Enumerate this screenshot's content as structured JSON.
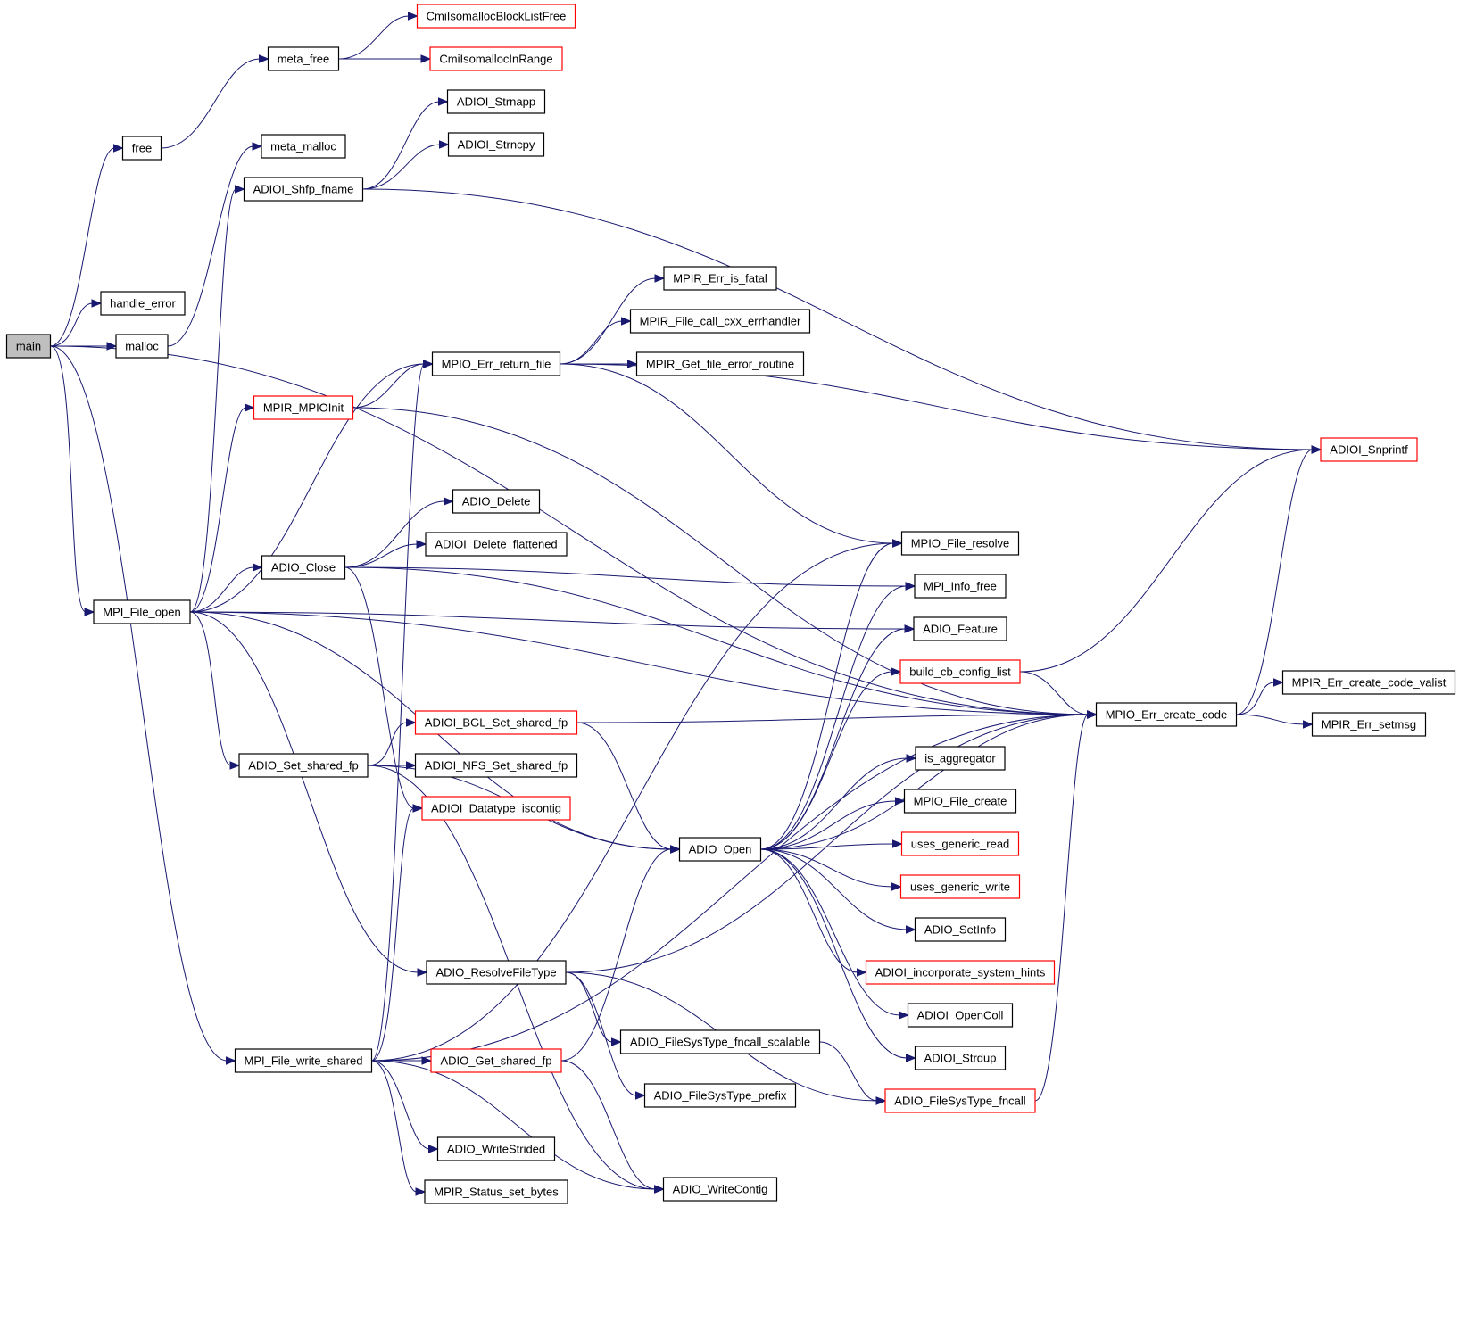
{
  "colors": {
    "edge": "#191970",
    "node_border_normal": "#000000",
    "node_border_red": "#ff0000",
    "node_fill": "#ffffff",
    "root_fill": "#bfbfbf"
  },
  "nodes": [
    {
      "id": "main",
      "label": "main",
      "style": "root"
    },
    {
      "id": "free",
      "label": "free",
      "style": "normal"
    },
    {
      "id": "meta_free",
      "label": "meta_free",
      "style": "normal"
    },
    {
      "id": "CmiIsomallocBlockListFree",
      "label": "CmiIsomallocBlockListFree",
      "style": "red"
    },
    {
      "id": "CmiIsomallocInRange",
      "label": "CmiIsomallocInRange",
      "style": "red"
    },
    {
      "id": "handle_error",
      "label": "handle_error",
      "style": "normal"
    },
    {
      "id": "malloc",
      "label": "malloc",
      "style": "normal"
    },
    {
      "id": "meta_malloc",
      "label": "meta_malloc",
      "style": "normal"
    },
    {
      "id": "MPI_File_open",
      "label": "MPI_File_open",
      "style": "normal"
    },
    {
      "id": "ADIOI_Shfp_fname",
      "label": "ADIOI_Shfp_fname",
      "style": "normal"
    },
    {
      "id": "ADIOI_Strnapp",
      "label": "ADIOI_Strnapp",
      "style": "normal"
    },
    {
      "id": "ADIOI_Strncpy",
      "label": "ADIOI_Strncpy",
      "style": "normal"
    },
    {
      "id": "ADIOI_Snprintf",
      "label": "ADIOI_Snprintf",
      "style": "red"
    },
    {
      "id": "MPIO_Err_return_file",
      "label": "MPIO_Err_return_file",
      "style": "normal"
    },
    {
      "id": "MPIR_Err_is_fatal",
      "label": "MPIR_Err_is_fatal",
      "style": "normal"
    },
    {
      "id": "MPIR_File_call_cxx_errhandler",
      "label": "MPIR_File_call_cxx_errhandler",
      "style": "normal"
    },
    {
      "id": "MPIR_Get_file_error_routine",
      "label": "MPIR_Get_file_error_routine",
      "style": "normal"
    },
    {
      "id": "MPIR_MPIOInit",
      "label": "MPIR_MPIOInit",
      "style": "red"
    },
    {
      "id": "ADIO_Close",
      "label": "ADIO_Close",
      "style": "normal"
    },
    {
      "id": "ADIO_Delete",
      "label": "ADIO_Delete",
      "style": "normal"
    },
    {
      "id": "ADIOI_Delete_flattened",
      "label": "ADIOI_Delete_flattened",
      "style": "normal"
    },
    {
      "id": "MPIO_File_resolve",
      "label": "MPIO_File_resolve",
      "style": "normal"
    },
    {
      "id": "MPI_Info_free",
      "label": "MPI_Info_free",
      "style": "normal"
    },
    {
      "id": "ADIO_Feature",
      "label": "ADIO_Feature",
      "style": "normal"
    },
    {
      "id": "build_cb_config_list",
      "label": "build_cb_config_list",
      "style": "red"
    },
    {
      "id": "MPIO_Err_create_code",
      "label": "MPIO_Err_create_code",
      "style": "normal"
    },
    {
      "id": "MPIR_Err_create_code_valist",
      "label": "MPIR_Err_create_code_valist",
      "style": "normal"
    },
    {
      "id": "MPIR_Err_setmsg",
      "label": "MPIR_Err_setmsg",
      "style": "normal"
    },
    {
      "id": "ADIOI_BGL_Set_shared_fp",
      "label": "ADIOI_BGL_Set_shared_fp",
      "style": "red"
    },
    {
      "id": "ADIO_Set_shared_fp",
      "label": "ADIO_Set_shared_fp",
      "style": "normal"
    },
    {
      "id": "ADIOI_NFS_Set_shared_fp",
      "label": "ADIOI_NFS_Set_shared_fp",
      "style": "normal"
    },
    {
      "id": "ADIOI_Datatype_iscontig",
      "label": "ADIOI_Datatype_iscontig",
      "style": "red"
    },
    {
      "id": "is_aggregator",
      "label": "is_aggregator",
      "style": "normal"
    },
    {
      "id": "MPIO_File_create",
      "label": "MPIO_File_create",
      "style": "normal"
    },
    {
      "id": "ADIO_Open",
      "label": "ADIO_Open",
      "style": "normal"
    },
    {
      "id": "uses_generic_read",
      "label": "uses_generic_read",
      "style": "red"
    },
    {
      "id": "uses_generic_write",
      "label": "uses_generic_write",
      "style": "red"
    },
    {
      "id": "ADIO_SetInfo",
      "label": "ADIO_SetInfo",
      "style": "normal"
    },
    {
      "id": "ADIOI_incorporate_system_hints",
      "label": "ADIOI_incorporate_system_hints",
      "style": "red"
    },
    {
      "id": "ADIO_ResolveFileType",
      "label": "ADIO_ResolveFileType",
      "style": "normal"
    },
    {
      "id": "ADIOI_OpenColl",
      "label": "ADIOI_OpenColl",
      "style": "normal"
    },
    {
      "id": "ADIO_FileSysType_fncall_scalable",
      "label": "ADIO_FileSysType_fncall_scalable",
      "style": "normal"
    },
    {
      "id": "ADIOI_Strdup",
      "label": "ADIOI_Strdup",
      "style": "normal"
    },
    {
      "id": "MPI_File_write_shared",
      "label": "MPI_File_write_shared",
      "style": "normal"
    },
    {
      "id": "ADIO_Get_shared_fp",
      "label": "ADIO_Get_shared_fp",
      "style": "red"
    },
    {
      "id": "ADIO_FileSysType_prefix",
      "label": "ADIO_FileSysType_prefix",
      "style": "normal"
    },
    {
      "id": "ADIO_FileSysType_fncall",
      "label": "ADIO_FileSysType_fncall",
      "style": "red"
    },
    {
      "id": "ADIO_WriteStrided",
      "label": "ADIO_WriteStrided",
      "style": "normal"
    },
    {
      "id": "ADIO_WriteContig",
      "label": "ADIO_WriteContig",
      "style": "normal"
    },
    {
      "id": "MPIR_Status_set_bytes",
      "label": "MPIR_Status_set_bytes",
      "style": "normal"
    }
  ],
  "edges": [
    {
      "from": "main",
      "to": "free"
    },
    {
      "from": "main",
      "to": "handle_error"
    },
    {
      "from": "main",
      "to": "malloc"
    },
    {
      "from": "main",
      "to": "MPI_File_open"
    },
    {
      "from": "main",
      "to": "MPI_File_write_shared"
    },
    {
      "from": "main",
      "to": "MPIO_Err_create_code"
    },
    {
      "from": "free",
      "to": "meta_free"
    },
    {
      "from": "meta_free",
      "to": "CmiIsomallocBlockListFree"
    },
    {
      "from": "meta_free",
      "to": "CmiIsomallocInRange"
    },
    {
      "from": "malloc",
      "to": "meta_malloc"
    },
    {
      "from": "ADIOI_Shfp_fname",
      "to": "ADIOI_Strnapp"
    },
    {
      "from": "ADIOI_Shfp_fname",
      "to": "ADIOI_Strncpy"
    },
    {
      "from": "ADIOI_Shfp_fname",
      "to": "ADIOI_Snprintf"
    },
    {
      "from": "MPI_File_open",
      "to": "ADIOI_Shfp_fname"
    },
    {
      "from": "MPI_File_open",
      "to": "MPIO_Err_return_file"
    },
    {
      "from": "MPI_File_open",
      "to": "MPIR_MPIOInit"
    },
    {
      "from": "MPI_File_open",
      "to": "ADIO_Close"
    },
    {
      "from": "MPI_File_open",
      "to": "ADIO_Feature"
    },
    {
      "from": "MPI_File_open",
      "to": "ADIO_Set_shared_fp"
    },
    {
      "from": "MPI_File_open",
      "to": "ADIO_Open"
    },
    {
      "from": "MPI_File_open",
      "to": "ADIO_ResolveFileType"
    },
    {
      "from": "MPI_File_open",
      "to": "MPIO_Err_create_code"
    },
    {
      "from": "MPIO_Err_return_file",
      "to": "MPIR_Err_is_fatal"
    },
    {
      "from": "MPIO_Err_return_file",
      "to": "MPIR_File_call_cxx_errhandler"
    },
    {
      "from": "MPIO_Err_return_file",
      "to": "MPIR_Get_file_error_routine"
    },
    {
      "from": "MPIO_Err_return_file",
      "to": "ADIOI_Snprintf"
    },
    {
      "from": "MPIO_Err_return_file",
      "to": "MPIO_File_resolve"
    },
    {
      "from": "MPIR_MPIOInit",
      "to": "MPIO_Err_return_file"
    },
    {
      "from": "MPIR_MPIOInit",
      "to": "MPIO_Err_create_code"
    },
    {
      "from": "ADIO_Close",
      "to": "ADIO_Delete"
    },
    {
      "from": "ADIO_Close",
      "to": "ADIOI_Delete_flattened"
    },
    {
      "from": "ADIO_Close",
      "to": "MPI_Info_free"
    },
    {
      "from": "ADIO_Close",
      "to": "MPIO_Err_create_code"
    },
    {
      "from": "ADIO_Close",
      "to": "ADIOI_Datatype_iscontig"
    },
    {
      "from": "build_cb_config_list",
      "to": "ADIOI_Snprintf"
    },
    {
      "from": "build_cb_config_list",
      "to": "MPIO_Err_create_code"
    },
    {
      "from": "MPIO_Err_create_code",
      "to": "ADIOI_Snprintf"
    },
    {
      "from": "MPIO_Err_create_code",
      "to": "MPIR_Err_create_code_valist"
    },
    {
      "from": "MPIO_Err_create_code",
      "to": "MPIR_Err_setmsg"
    },
    {
      "from": "ADIO_Set_shared_fp",
      "to": "ADIOI_BGL_Set_shared_fp"
    },
    {
      "from": "ADIO_Set_shared_fp",
      "to": "ADIOI_NFS_Set_shared_fp"
    },
    {
      "from": "ADIO_Set_shared_fp",
      "to": "ADIO_Open"
    },
    {
      "from": "ADIO_Set_shared_fp",
      "to": "ADIO_WriteContig"
    },
    {
      "from": "ADIOI_BGL_Set_shared_fp",
      "to": "ADIO_Open"
    },
    {
      "from": "ADIOI_BGL_Set_shared_fp",
      "to": "MPIO_Err_create_code"
    },
    {
      "from": "ADIO_Open",
      "to": "MPIO_File_resolve"
    },
    {
      "from": "ADIO_Open",
      "to": "MPI_Info_free"
    },
    {
      "from": "ADIO_Open",
      "to": "ADIO_Feature"
    },
    {
      "from": "ADIO_Open",
      "to": "build_cb_config_list"
    },
    {
      "from": "ADIO_Open",
      "to": "MPIO_Err_create_code"
    },
    {
      "from": "ADIO_Open",
      "to": "is_aggregator"
    },
    {
      "from": "ADIO_Open",
      "to": "MPIO_File_create"
    },
    {
      "from": "ADIO_Open",
      "to": "uses_generic_read"
    },
    {
      "from": "ADIO_Open",
      "to": "uses_generic_write"
    },
    {
      "from": "ADIO_Open",
      "to": "ADIO_SetInfo"
    },
    {
      "from": "ADIO_Open",
      "to": "ADIOI_incorporate_system_hints"
    },
    {
      "from": "ADIO_Open",
      "to": "ADIOI_OpenColl"
    },
    {
      "from": "ADIO_Open",
      "to": "ADIOI_Strdup"
    },
    {
      "from": "ADIO_ResolveFileType",
      "to": "ADIO_FileSysType_fncall_scalable"
    },
    {
      "from": "ADIO_ResolveFileType",
      "to": "ADIO_FileSysType_prefix"
    },
    {
      "from": "ADIO_ResolveFileType",
      "to": "ADIO_FileSysType_fncall"
    },
    {
      "from": "ADIO_ResolveFileType",
      "to": "MPIO_Err_create_code"
    },
    {
      "from": "ADIO_FileSysType_fncall_scalable",
      "to": "ADIO_FileSysType_fncall"
    },
    {
      "from": "ADIO_FileSysType_fncall",
      "to": "MPIO_Err_create_code"
    },
    {
      "from": "MPI_File_write_shared",
      "to": "MPIO_Err_return_file"
    },
    {
      "from": "MPI_File_write_shared",
      "to": "ADIOI_Datatype_iscontig"
    },
    {
      "from": "MPI_File_write_shared",
      "to": "MPIO_File_resolve"
    },
    {
      "from": "MPI_File_write_shared",
      "to": "ADIO_Get_shared_fp"
    },
    {
      "from": "MPI_File_write_shared",
      "to": "ADIO_WriteStrided"
    },
    {
      "from": "MPI_File_write_shared",
      "to": "MPIR_Status_set_bytes"
    },
    {
      "from": "MPI_File_write_shared",
      "to": "ADIO_WriteContig"
    },
    {
      "from": "MPI_File_write_shared",
      "to": "MPIO_Err_create_code"
    },
    {
      "from": "ADIO_Get_shared_fp",
      "to": "ADIO_Open"
    },
    {
      "from": "ADIO_Get_shared_fp",
      "to": "ADIO_WriteContig"
    }
  ]
}
